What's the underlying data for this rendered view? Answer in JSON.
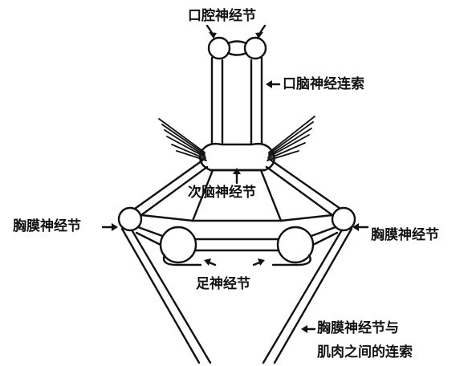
{
  "labels": {
    "buccal_ganglion": "口腔神经节",
    "buccal_connective": "口脑神经连索",
    "secondary_brain_ganglion": "次脑神经节",
    "pleural_ganglion_left": "胸膜神经节",
    "pleural_ganglion_right": "胸膜神经节",
    "pedal_ganglion": "足神经节",
    "pleural_muscle_connective_line1": "胸膜神经节与",
    "pleural_muscle_connective_line2": "肌肉之间的连索"
  },
  "colors": {
    "ink": "#111111",
    "background": "#ffffff"
  }
}
